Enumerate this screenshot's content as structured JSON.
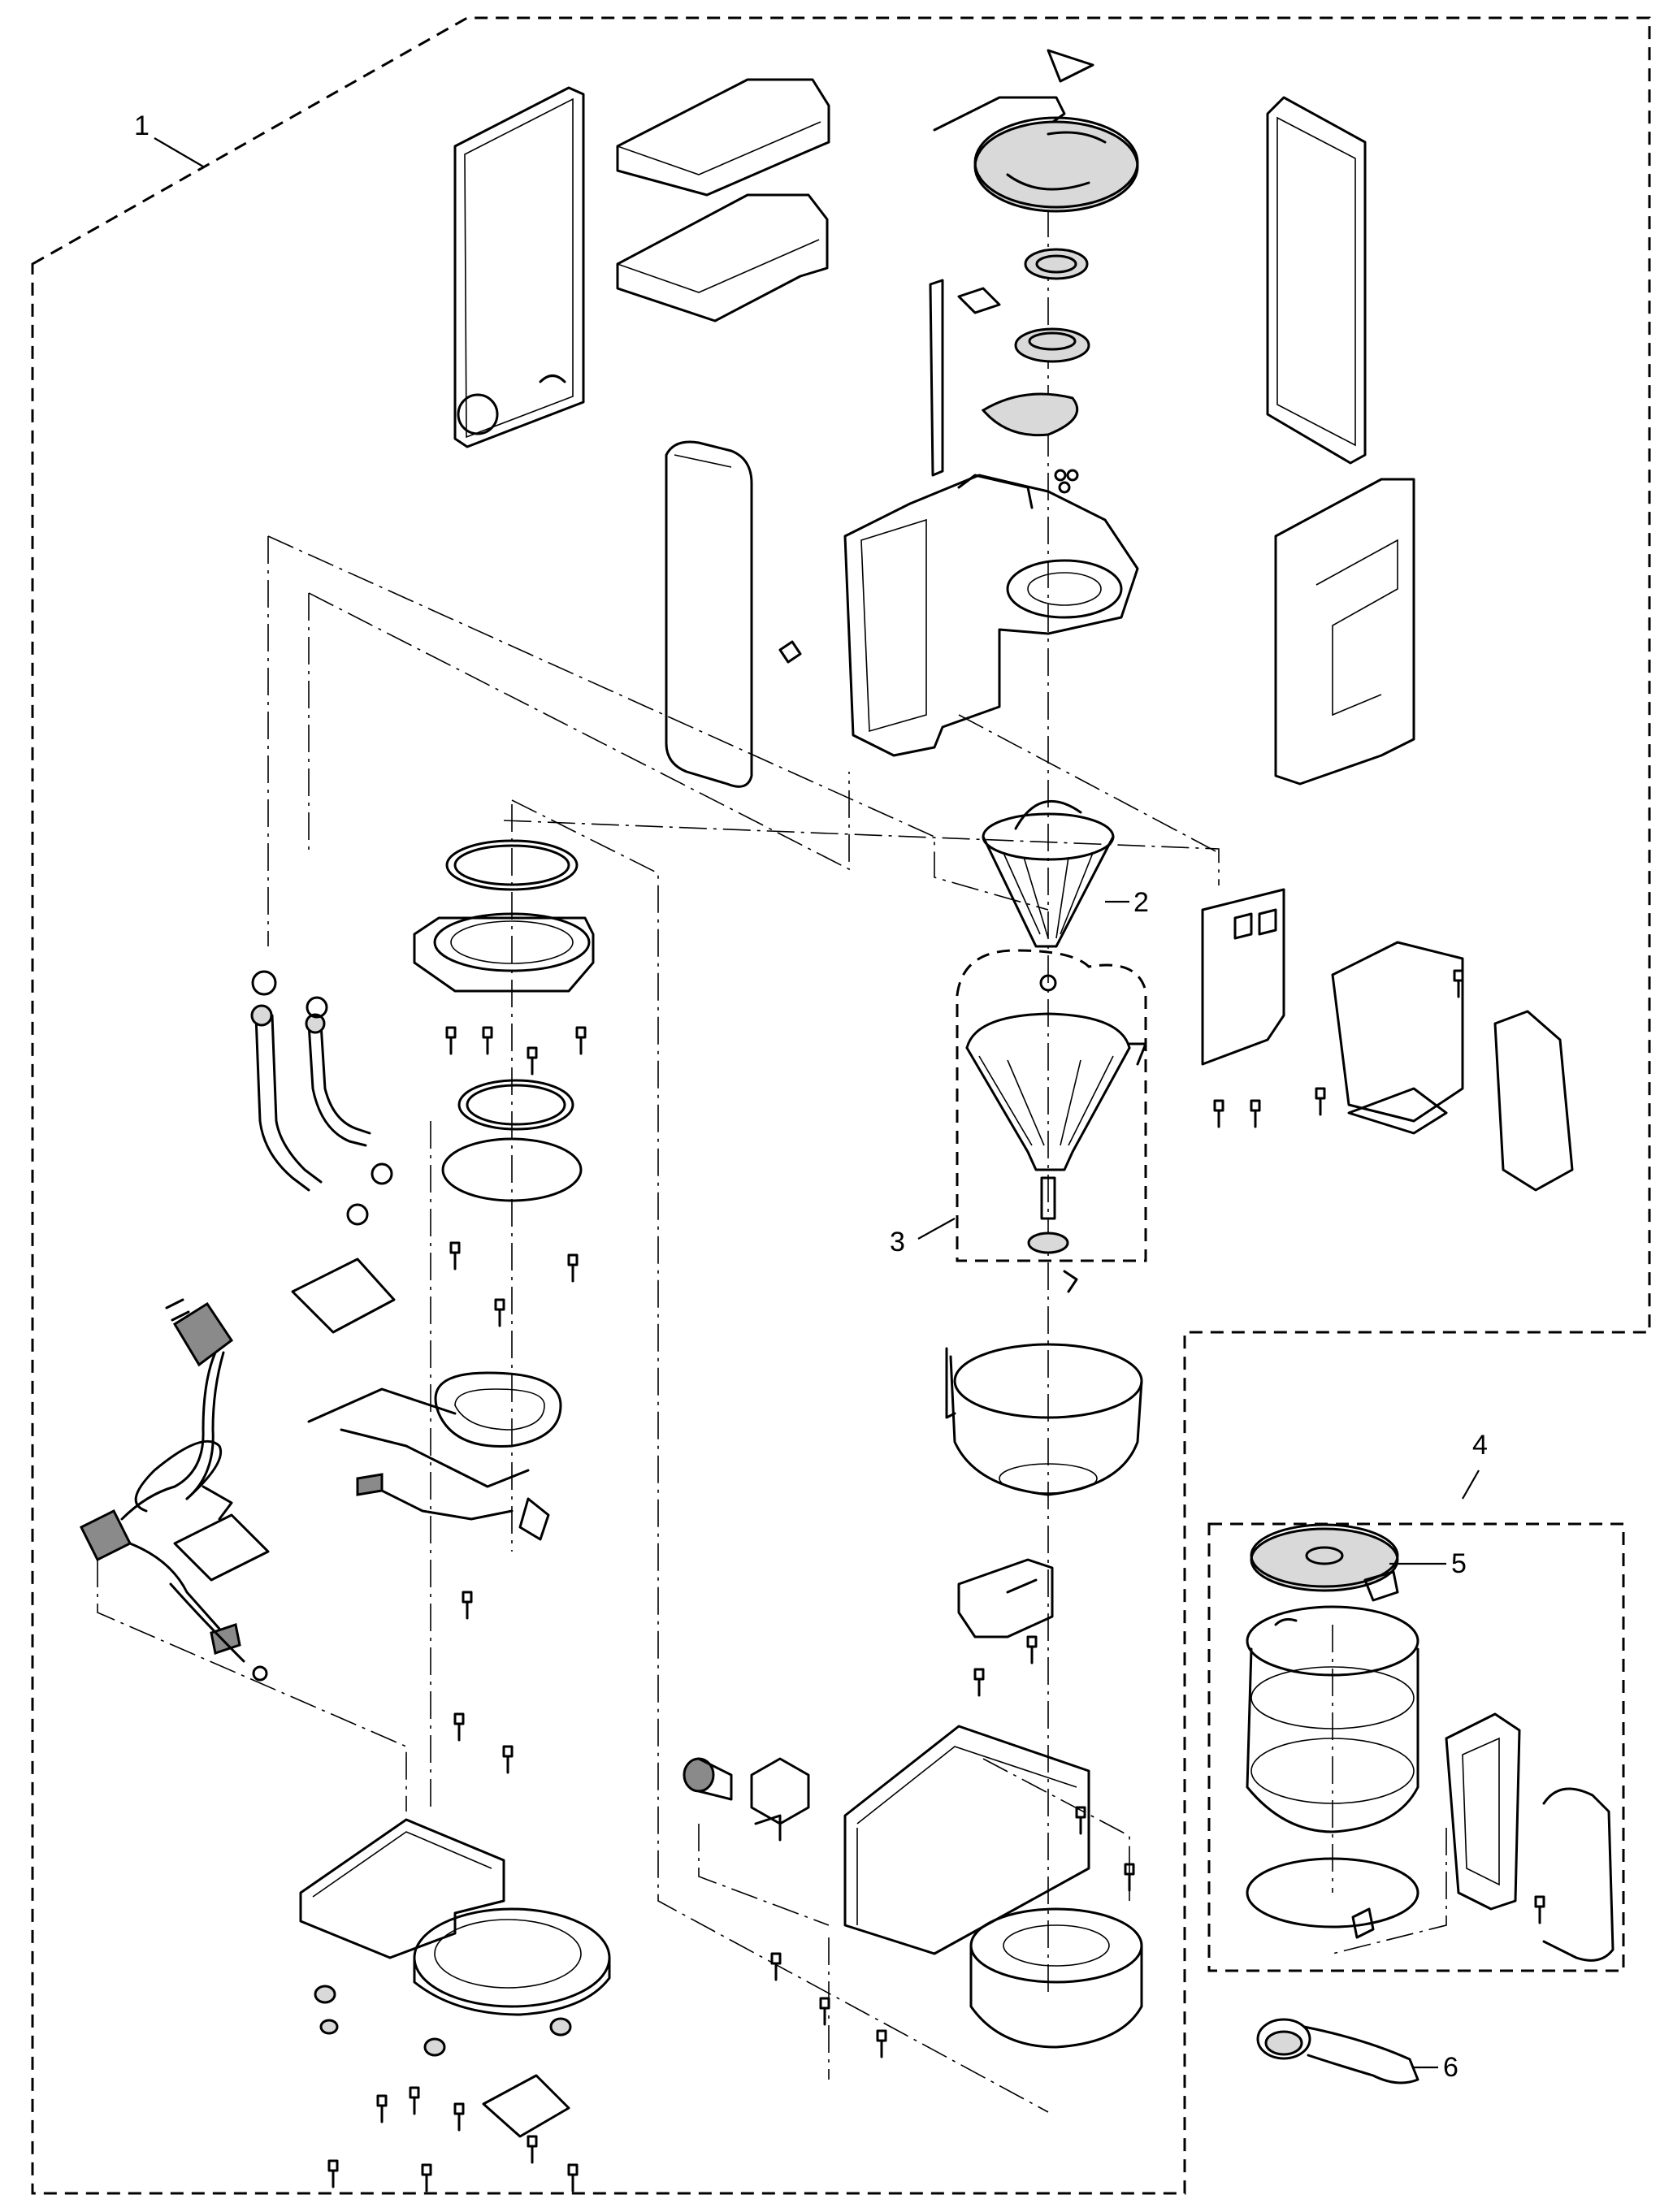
{
  "callouts": {
    "c1": "1",
    "c2": "2",
    "c3": "3",
    "c4": "4",
    "c5": "5",
    "c6": "6"
  },
  "colors": {
    "line": "#000000",
    "part_fill": "#d9d9d9",
    "part_shade": "#8a8a8a",
    "background": "#ffffff"
  },
  "icons": {
    "top_marker": "triangle-outline-icon"
  }
}
